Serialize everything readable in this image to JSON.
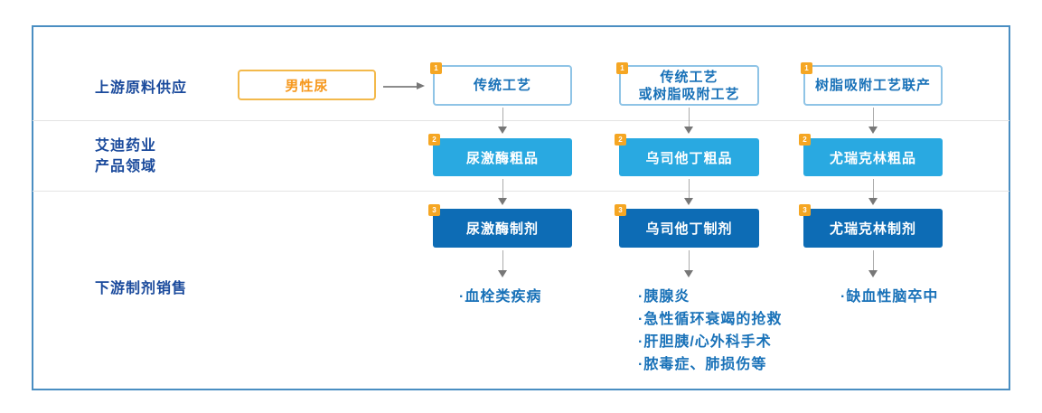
{
  "diagram": {
    "section_labels": {
      "upstream": "上游原料供应",
      "company_line1": "艾迪药业",
      "company_line2": "产品领域",
      "downstream": "下游制剂销售"
    },
    "source_box": "男性尿",
    "step_badges": {
      "process": "1",
      "crude": "2",
      "formulation": "3"
    },
    "columns": [
      {
        "process_lines": [
          "传统工艺"
        ],
        "crude": "尿激酶粗品",
        "formulation": "尿激酶制剂",
        "indications": [
          "·血栓类疾病"
        ]
      },
      {
        "process_lines": [
          "传统工艺",
          "或树脂吸附工艺"
        ],
        "crude": "乌司他丁粗品",
        "formulation": "乌司他丁制剂",
        "indications": [
          "·胰腺炎",
          "·急性循环衰竭的抢救",
          "·肝胆胰/心外科手术",
          "·脓毒症、肺损伤等"
        ]
      },
      {
        "process_lines": [
          "树脂吸附工艺联产"
        ],
        "crude": "尤瑞克林粗品",
        "formulation": "尤瑞克林制剂",
        "indications": [
          "·缺血性脑卒中"
        ]
      }
    ],
    "colors": {
      "frame_border": "#4A8EC2",
      "crude_fill": "#29A9E1",
      "formulation_fill": "#0D6CB5",
      "badge_orange": "#F5A623",
      "blue_text": "#1871B8",
      "navy_label": "#1A4A9C",
      "source_border": "#F3B94B",
      "source_text": "#F6981D"
    }
  }
}
